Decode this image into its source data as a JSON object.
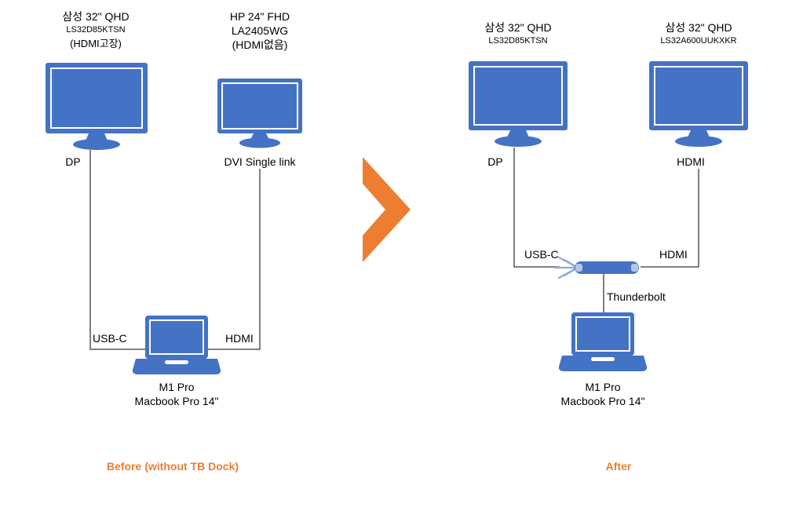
{
  "colors": {
    "device_blue": "#4472C4",
    "device_blue_light": "#B4C7E7",
    "splash_blue": "#8FAADC",
    "accent_orange": "#ED7D31",
    "line_black": "#000000"
  },
  "before": {
    "caption": "Before (without TB Dock)",
    "monitor1": {
      "title": "삼성 32\" QHD",
      "model": "LS32D85KTSN",
      "note": "(HDMI고장)",
      "port": "DP"
    },
    "monitor2": {
      "title": "HP 24\" FHD",
      "model": "LA2405WG",
      "note": "(HDMI없음)",
      "port": "DVI Single link"
    },
    "cable_left": "USB-C",
    "cable_right": "HDMI",
    "laptop": {
      "line1": "M1 Pro",
      "line2": "Macbook Pro 14\""
    }
  },
  "after": {
    "caption": "After",
    "monitor1": {
      "title": "삼성 32\" QHD",
      "model": "LS32D85KTSN",
      "port": "DP"
    },
    "monitor2": {
      "title": "삼성 32\" QHD",
      "model": "LS32A600UUKXKR",
      "port": "HDMI"
    },
    "cable_left": "USB-C",
    "cable_right": "HDMI",
    "dock_cable": "Thunderbolt",
    "laptop": {
      "line1": "M1 Pro",
      "line2": "Macbook Pro 14\""
    }
  }
}
